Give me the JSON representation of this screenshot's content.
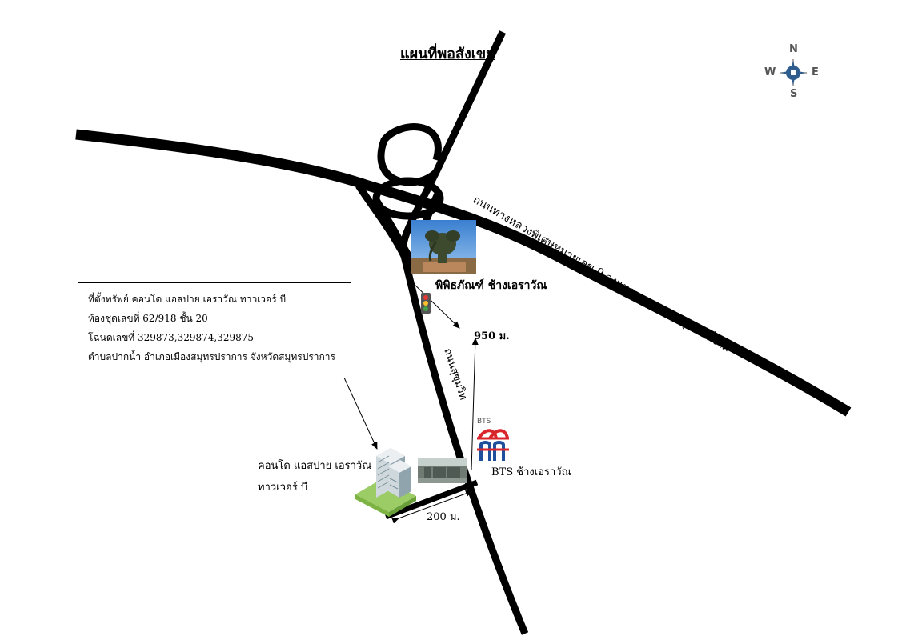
{
  "title": "แผนที่พอสังเขป",
  "compass": {
    "n": "N",
    "s": "S",
    "e": "E",
    "w": "W"
  },
  "info_box": {
    "line1": "ที่ตั้งทรัพย์ คอนโด แอสปาย เอราวัณ ทาวเวอร์ บี",
    "line2": "ห้องชุดเลขที่ 62/918 ชั้น 20",
    "line3": "โฉนดเลขที่ 329873,329874,329875",
    "line4": "ตำบลปากน้ำ อำเภอเมืองสมุทรปราการ จังหวัดสมุทรปราการ"
  },
  "roads": {
    "ring_road": "ถนนทางหลวงพิเศษหมายเลข 9 วงแหวนรอบนอกกรุงเทพฝั่งใต้",
    "sukhumvit": "ถนนสุขุมวิท"
  },
  "landmarks": {
    "museum": "พิพิธภัณฑ์ ช้างเอราวัณ",
    "condo_line1": "คอนโด แอสปาย เอราวัณ",
    "condo_line2": "ทาวเวอร์ บี",
    "bts_logo_text": "BTS",
    "bts_station": "BTS ช้างเอราวัณ"
  },
  "distances": {
    "to_museum": "950 ม.",
    "to_condo": "200 ม."
  },
  "colors": {
    "road": "#000000",
    "compass_blue": "#2e5d8e",
    "bts_red": "#d9262c",
    "bts_blue": "#1d4f9c"
  }
}
